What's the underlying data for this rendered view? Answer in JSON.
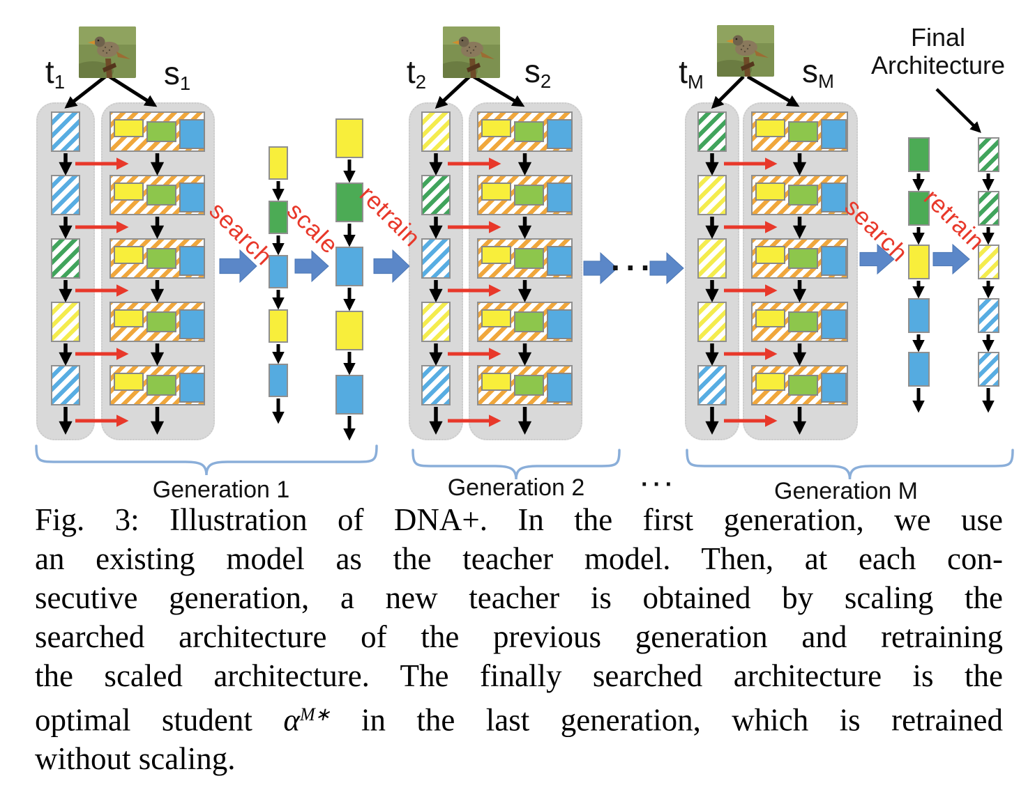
{
  "labels": {
    "final_architecture_line1": "Final",
    "final_architecture_line2": "Architecture",
    "search": "search",
    "scale": "scale",
    "retrain": "retrain",
    "dots_top": "···",
    "dots_bottom": "···"
  },
  "generations": [
    {
      "teacher": {
        "main": "t",
        "sub": "1"
      },
      "student": {
        "main": "s",
        "sub": "1"
      },
      "teacher_blocks": [
        "blue",
        "blue",
        "green",
        "yellow",
        "blue"
      ],
      "student_rows": 5,
      "brace_label": "Generation 1"
    },
    {
      "teacher": {
        "main": "t",
        "sub": "2"
      },
      "student": {
        "main": "s",
        "sub": "2"
      },
      "teacher_blocks": [
        "yellow",
        "green",
        "blue",
        "yellow",
        "blue"
      ],
      "student_rows": 5,
      "brace_label": "Generation 2"
    },
    {
      "teacher": {
        "main": "t",
        "sub": "M"
      },
      "student": {
        "main": "s",
        "sub": "M"
      },
      "teacher_blocks": [
        "green",
        "yellow",
        "yellow",
        "yellow",
        "blue"
      ],
      "student_rows": 5,
      "brace_label": "Generation M"
    }
  ],
  "student_row_cells": [
    "yellow",
    "green",
    "blue"
  ],
  "chains": [
    {
      "id": "gen1-searched-architecture",
      "style": "solid",
      "blocks": [
        "yellow",
        "green",
        "blue",
        "yellow",
        "blue"
      ]
    },
    {
      "id": "gen1-scaled-architecture",
      "style": "solid",
      "blocks": [
        "yellow",
        "green",
        "blue",
        "yellow",
        "blue"
      ]
    },
    {
      "id": "genM-searched-architecture",
      "style": "solid",
      "blocks": [
        "green",
        "green",
        "yellow",
        "blue",
        "blue"
      ]
    },
    {
      "id": "final-architecture",
      "style": "hatched",
      "blocks": [
        "green",
        "green",
        "yellow",
        "blue",
        "blue"
      ]
    }
  ],
  "colors": {
    "yellow_solid": "#f8ee3b",
    "green_solid": "#4cab55",
    "green_cell": "#8dc64c",
    "blue_solid": "#55abe0",
    "hatch_orange": "#f0a73c",
    "hatch_yellow": "#f4ec4e",
    "hatch_green": "#41a45c",
    "hatch_blue": "#58ade2",
    "panel_gray": "#d9d9d9",
    "red": "#e8382a",
    "fat_arrow_blue": "#5b87c8",
    "brace_blue": "#8aaed9"
  },
  "caption": {
    "line1": "Fig. 3: Illustration of DNA+. In the first generation, we use",
    "line2": "an existing model as the teacher model. Then, at each con-",
    "line3": "secutive generation, a new teacher is obtained by scaling the",
    "line4": "searched architecture of the previous generation and retraining",
    "line5": "the scaled architecture. The finally searched architecture is the",
    "line6_pre": "optimal student ",
    "line6_alpha": "α",
    "line6_sup": "M∗",
    "line6_post": " in the last generation, which is retrained",
    "line7": "without scaling."
  }
}
